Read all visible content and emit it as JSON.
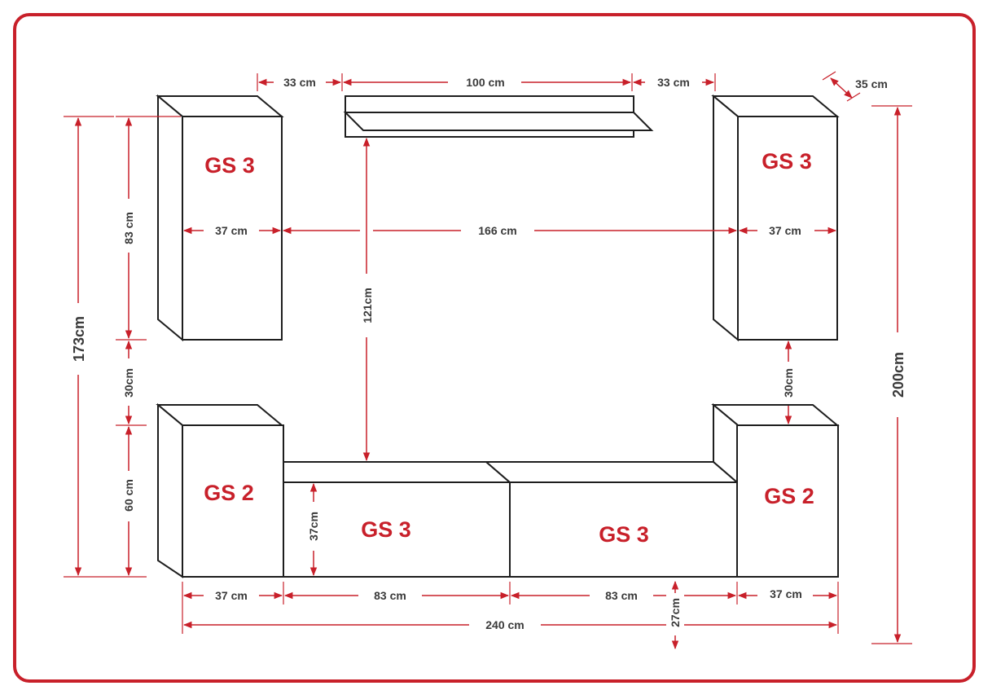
{
  "colors": {
    "frame": "#c8202a",
    "dimension": "#c8202a",
    "outline": "#1e1e1e",
    "label": "#c8202a",
    "dim_text": "#3a3a3a"
  },
  "units": {
    "wall_left": "GS 3",
    "wall_right": "GS 3",
    "floor_left": "GS 2",
    "lowboard_left": "GS 3",
    "lowboard_right": "GS 3",
    "floor_right": "GS 2"
  },
  "dimensions": {
    "shelf_gap_left": "33 cm",
    "shelf_width": "100 cm",
    "shelf_gap_right": "33 cm",
    "depth": "35 cm",
    "wall_left_width": "37 cm",
    "wall_gap": "166 cm",
    "wall_right_width": "37 cm",
    "shelf_to_lowboard": "121cm",
    "wall_height": "83 cm",
    "wall_floor_gap_left": "30cm",
    "floor_height": "60 cm",
    "total_height_left": "173cm",
    "wall_floor_gap_right": "30cm",
    "total_height": "200cm",
    "lowboard_height": "37cm",
    "bottom_left_width": "37 cm",
    "bottom_lowboard_left_width": "83 cm",
    "bottom_lowboard_right_width": "83 cm",
    "bottom_right_width": "37 cm",
    "total_width": "240 cm",
    "legs_height": "27cm"
  }
}
